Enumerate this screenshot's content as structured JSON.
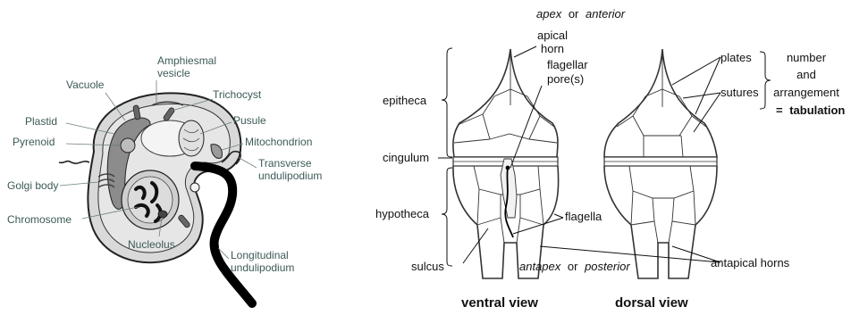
{
  "cell_labels": {
    "vacuole": "Vacuole",
    "amphiesmal_1": "Amphiesmal",
    "amphiesmal_2": "vesicle",
    "trichocyst": "Trichocyst",
    "plastid": "Plastid",
    "pusule": "Pusule",
    "pyrenoid": "Pyrenoid",
    "mitochondrion": "Mitochondrion",
    "transverse_1": "Transverse",
    "transverse_2": "undulipodium",
    "golgi": "Golgi body",
    "chromosome": "Chromosome",
    "nucleolus": "Nucleolus",
    "longitudinal_1": "Longitudinal",
    "longitudinal_2": "undulipodium"
  },
  "theca_labels": {
    "apex": "apex",
    "or1": "or",
    "anterior": "anterior",
    "apical_1": "apical",
    "apical_2": "horn",
    "flagellar_1": "flagellar",
    "flagellar_2": "pore(s)",
    "epitheca": "epitheca",
    "cingulum": "cingulum",
    "hypotheca": "hypotheca",
    "flagella": "flagella",
    "sulcus": "sulcus",
    "antapex": "antapex",
    "or2": "or",
    "posterior": "posterior",
    "plates": "plates",
    "sutures": "sutures",
    "number": "number",
    "and": "and",
    "arrangement": "arrangement",
    "equals": "=",
    "tabulation": "tabulation",
    "antapical_horns": "antapical horns",
    "ventral_view": "ventral view",
    "dorsal_view": "dorsal view"
  }
}
